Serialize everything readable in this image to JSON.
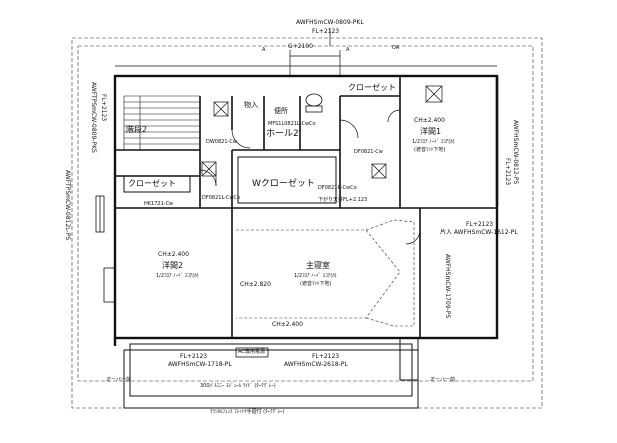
{
  "plan": {
    "top_code": "AWFHSmCW-0809-PKL",
    "top_fl": "FL+2123",
    "dim_top": "G+2100",
    "door_a1": "A",
    "door_a2": "A",
    "door_oa": "OA",
    "rooms": {
      "hall": "ホール2",
      "closet": "クローゼット",
      "walk_in": "Wクローゼット",
      "storage": "物入",
      "toilet": "便所",
      "western2": "洋間2",
      "western1": "洋間1",
      "master": "主寝室",
      "closet_top": "クローゼット",
      "stair": "階段2"
    },
    "ceiling": {
      "western2": "CH±2.400",
      "western1": "CH±2.400",
      "master_a": "CH±2.820",
      "master_b": "CH±2.400"
    },
    "notes": {
      "floor1": "1/2ﾌﾛｱ ﾉｰﾄﾞ ｽｺｱ(ｶ)",
      "floor2": "1/2ﾌﾛｱ ﾉｰﾄﾞ ｽｺｱ(ｶ)",
      "floor3": "1/2ﾌﾛｱ ﾉｰﾄﾞ ｽｺｱ(ｶ)",
      "sub": "(遮音ﾏｯﾄ下地)",
      "left_code1": "AWFTPSmCW-0812L-PS",
      "left_code2": "AWFTPSmCW-0809-PKS",
      "left_fl": "FL+2123",
      "right_code1": "AWFHSmCW-0812-PS",
      "right_fl1": "FL+2123",
      "right_code2": "片入 AWFHSmCW-1612-PL",
      "right_code3": "AWFHSmCW-1709-PS",
      "right_fl2": "FL+2123",
      "bottom_fl1": "FL+2123",
      "bottom_code1": "AWFHSmCW-1718-PL",
      "bottom_fl2": "FL+2123",
      "bottom_code2": "AWFHSmCW-2618-PL",
      "balcony": "300ﾊﾞﾙｺﾆｰ ﾓｼﾞｭｰﾙ ﾜｲﾄﾞ (ﾀｰｸｸﾞﾚｰ)",
      "railing": "ｸﾗｼｶﾙﾌｪﾝｽ ﾌﾚｯﾄﾔ手摺付 (ﾀｰｸｸﾞﾚｰ)",
      "ac": "AC専用電源",
      "door1": "HK1721-Cw",
      "door2": "DF0821L-CwCo",
      "door3": "DF0821R-CwCo",
      "door4": "DF0821-Cw",
      "door5": "DW0821-Cw",
      "door6": "MFS1L0821L-CwCo",
      "loft": "下がり天井FL+2.123",
      "overhang": "オーバー前",
      "overhang2": "オーバー前"
    }
  }
}
